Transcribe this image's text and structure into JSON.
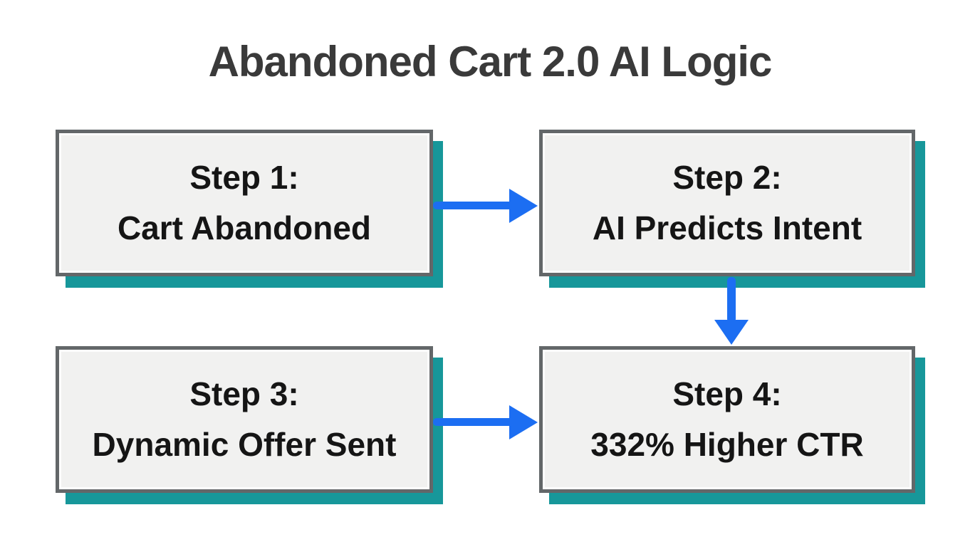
{
  "title": "Abandoned Cart 2.0 AI Logic",
  "steps": [
    {
      "line1": "Step 1:",
      "line2": "Cart Abandoned"
    },
    {
      "line1": "Step 2:",
      "line2": "AI Predicts Intent"
    },
    {
      "line1": "Step 3:",
      "line2": "Dynamic Offer Sent"
    },
    {
      "line1": "Step 4:",
      "line2": "332% Higher CTR"
    }
  ],
  "arrows": [
    {
      "name": "arrow-step1-to-step2",
      "direction": "right"
    },
    {
      "name": "arrow-step2-to-step4",
      "direction": "down"
    },
    {
      "name": "arrow-step3-to-step4",
      "direction": "right"
    }
  ],
  "colors": {
    "background": "#ffffff",
    "title_text": "#3a3a3a",
    "box_fill": "#f1f1f0",
    "box_border": "#636769",
    "box_shadow_teal": "#17979a",
    "arrow_blue": "#1c6ef2",
    "box_text": "#151515"
  }
}
